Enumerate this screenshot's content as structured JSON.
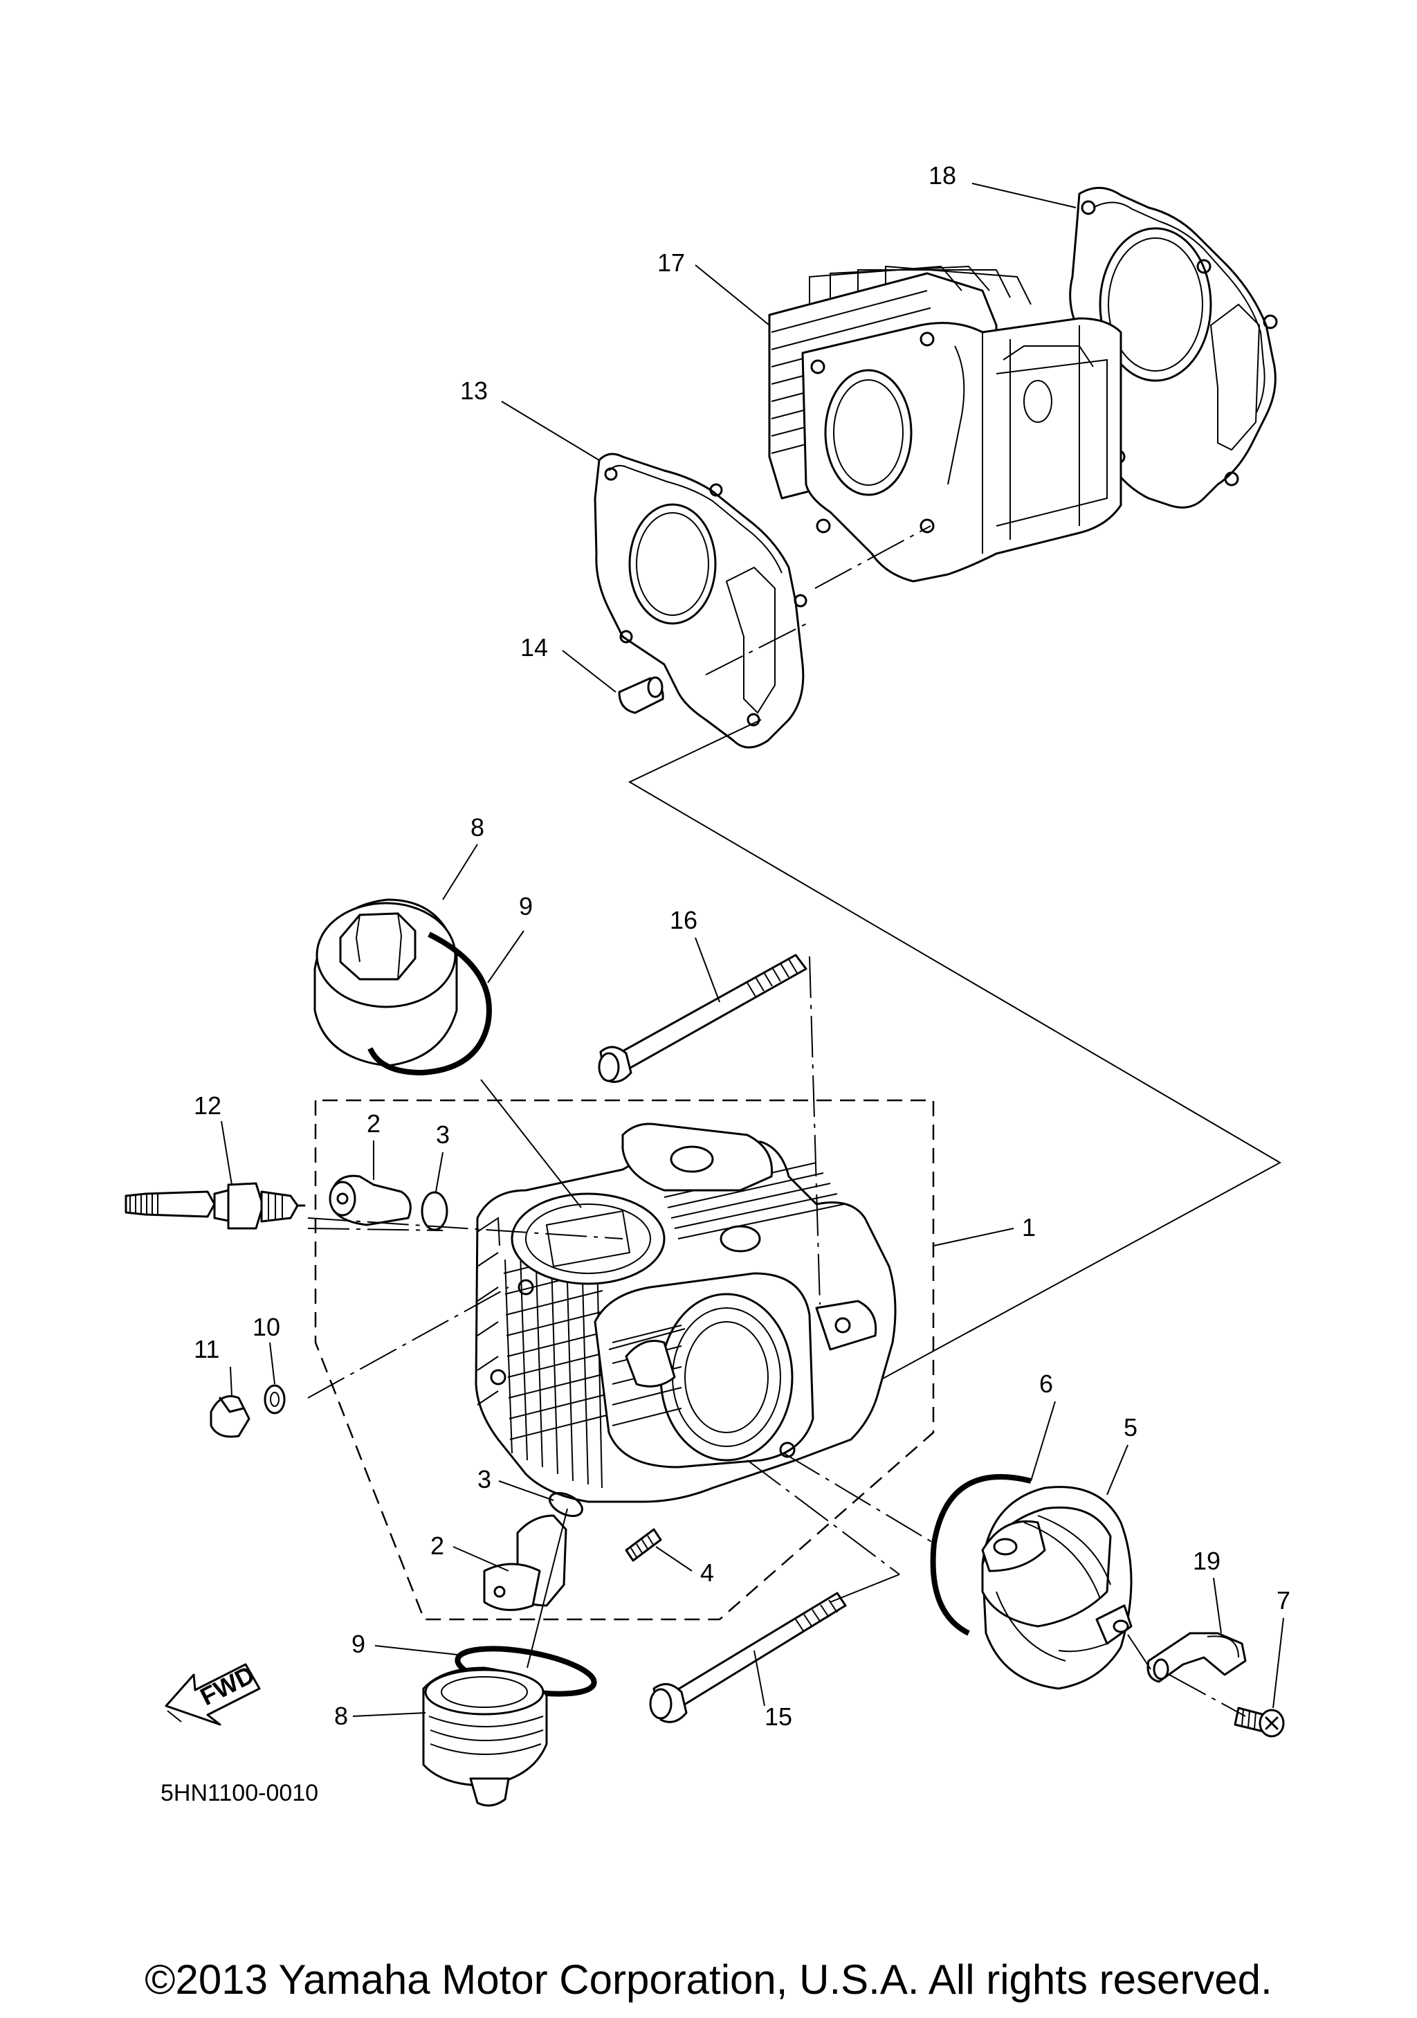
{
  "diagram": {
    "callouts": {
      "c1": "1",
      "c2a": "2",
      "c2b": "2",
      "c3a": "3",
      "c3b": "3",
      "c4": "4",
      "c5": "5",
      "c6": "6",
      "c7": "7",
      "c8a": "8",
      "c8b": "8",
      "c9a": "9",
      "c9b": "9",
      "c10": "10",
      "c11": "11",
      "c12": "12",
      "c13": "13",
      "c14": "14",
      "c15": "15",
      "c16": "16",
      "c17": "17",
      "c18": "18",
      "c19": "19"
    },
    "fwd_label": "FWD",
    "diagram_code": "5HN1100-0010",
    "copyright": "©2013 Yamaha Motor Corporation, U.S.A. All rights reserved."
  }
}
